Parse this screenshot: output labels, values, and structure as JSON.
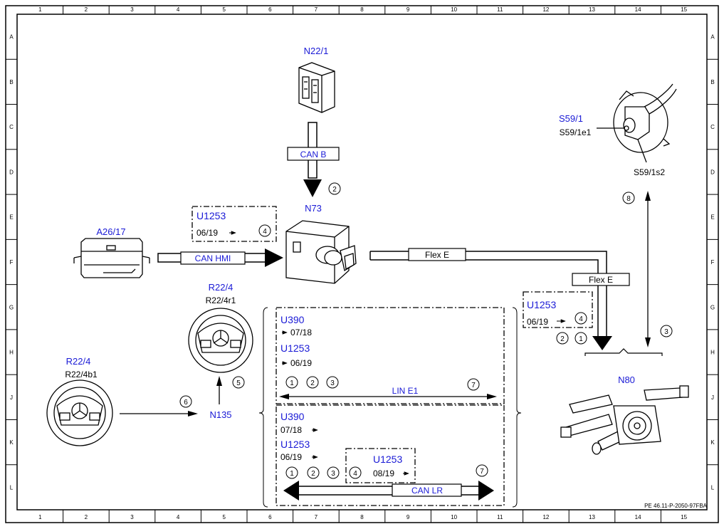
{
  "frame": {
    "cols": [
      "1",
      "2",
      "3",
      "4",
      "5",
      "6",
      "7",
      "8",
      "9",
      "10",
      "11",
      "12",
      "13",
      "14",
      "15"
    ],
    "rows": [
      "A",
      "B",
      "C",
      "D",
      "E",
      "F",
      "G",
      "H",
      "J",
      "K",
      "L"
    ],
    "doc_id": "PE 46.11-P-2050-97FBA"
  },
  "components": {
    "n22_1": "N22/1",
    "n73": "N73",
    "a26_17": "A26/17",
    "s59_1": "S59/1",
    "s59_1e1": "S59/1e1",
    "s59_1s2": "S59/1s2",
    "r22_4_top": "R22/4",
    "r22_4r1": "R22/4r1",
    "r22_4_left": "R22/4",
    "r22_4b1": "R22/4b1",
    "n135": "N135",
    "n80": "N80"
  },
  "buses": {
    "can_b": "CAN B",
    "can_hmi": "CAN HMI",
    "flex_e_1": "Flex E",
    "flex_e_2": "Flex E",
    "lin_e1": "LIN E1",
    "can_lr": "CAN LR"
  },
  "notes": {
    "hmi_code": "U1253",
    "hmi_date": "06/19",
    "flex_code": "U1253",
    "flex_date": "06/19",
    "lin_code1": "U390",
    "lin_date1": "07/18",
    "lin_code2": "U1253",
    "lin_date2": "06/19",
    "lr_code1": "U390",
    "lr_date1": "07/18",
    "lr_code2": "U1253",
    "lr_date2": "06/19",
    "lr_code3": "U1253",
    "lr_date3": "08/19"
  },
  "callouts": {
    "c1": "1",
    "c2": "2",
    "c3": "3",
    "c4": "4",
    "c5": "5",
    "c6": "6",
    "c7": "7",
    "c8": "8"
  },
  "colors": {
    "blue": "#1a1ad6",
    "black": "#000000"
  }
}
